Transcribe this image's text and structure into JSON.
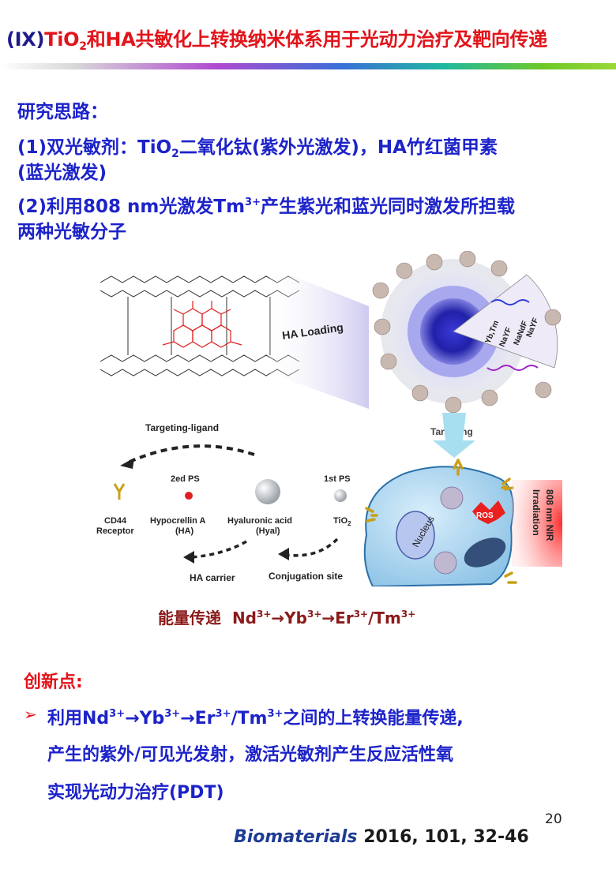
{
  "title": {
    "roman": "(IX)",
    "part1": "TiO",
    "sub": "2",
    "part2": "和HA共敏化上转换纳米体系用于光动力治疗及靶向传递"
  },
  "research": {
    "heading": "研究思路：",
    "item1_a": "(1)双光敏剂：TiO",
    "item1_sub": "2",
    "item1_b": "二氧化钛(紫外光激发)，HA竹红菌甲素",
    "item1_c": "(蓝光激发)",
    "item2_a": "(2)利用808 nm光激发Tm",
    "item2_sup": "3+",
    "item2_b": "产生紫光和蓝光同时激发所担载",
    "item2_c": "两种光敏分子"
  },
  "figure": {
    "ha_loading": "HA Loading",
    "layer1": "NaYF",
    "layer2": "NaNdF",
    "layer3": "NaYF",
    "layer4": "Yb,Tm",
    "targeting_ligand": "Targeting-ligand",
    "targeting": "Targeting",
    "ps2": "2ed PS",
    "ps1": "1st PS",
    "cd44_1": "CD44",
    "cd44_2": "Receptor",
    "hypo_1": "Hypocrellin A",
    "hypo_2": "(HA)",
    "hyal_1": "Hyaluronic acid",
    "hyal_2": "(Hyal)",
    "tio2": "TiO",
    "tio2_sub": "2",
    "ha_carrier": "HA carrier",
    "conj_site": "Conjugation site",
    "nucleus": "Nucleus",
    "ros": "ROS",
    "nir_1": "808 nm NIR",
    "nir_2": "Irradiation"
  },
  "caption": {
    "label": "能量传递",
    "nd": "Nd",
    "yb": "Yb",
    "er": "Er",
    "tm": "Tm",
    "sup": "3+",
    "arrow": "→",
    "slash": "/"
  },
  "innovation": {
    "heading": "创新点:",
    "bullet": "➢",
    "l1_a": "利用Nd",
    "l1_yb": "Yb",
    "l1_er": "Er",
    "l1_tm": "Tm",
    "l1_b": "之间的上转换能量传递,",
    "sup": "3+",
    "arrow": "→",
    "slash": "/",
    "line2": "产生的紫外/可见光发射，激活光敏剂产生反应活性氧",
    "line3": "实现光动力治疗(PDT)"
  },
  "page_number": "20",
  "reference": {
    "journal": "Biomaterials",
    "cite": "2016, 101, 32-46"
  },
  "colors": {
    "title_roman": "#1f1a8c",
    "title_text": "#e2141b",
    "body_blue": "#1d23c9",
    "caption": "#8b1a1a",
    "accent_red": "#e2141b"
  }
}
